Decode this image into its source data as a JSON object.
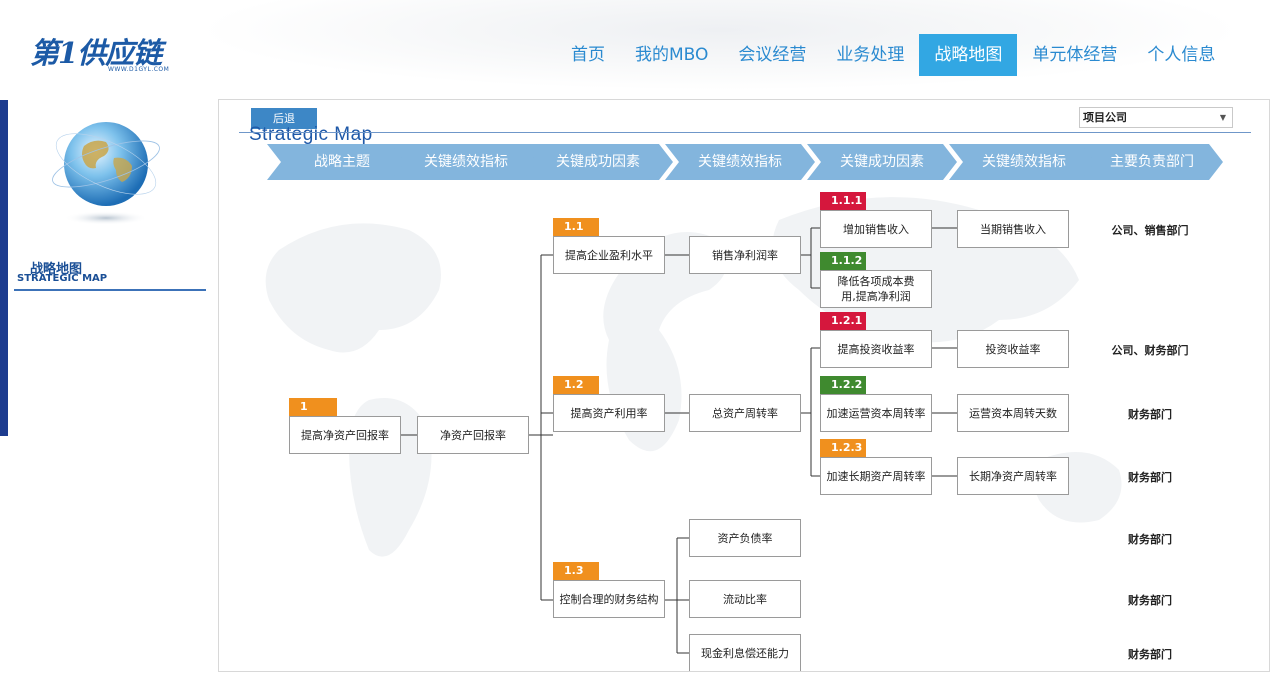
{
  "header": {
    "logo_text": "第1供应链",
    "logo_url": "WWW.D1GYL.COM",
    "nav": [
      {
        "label": "首页",
        "active": false
      },
      {
        "label": "我的MBO",
        "active": false
      },
      {
        "label": "会议经营",
        "active": false
      },
      {
        "label": "业务处理",
        "active": false
      },
      {
        "label": "战略地图",
        "active": true
      },
      {
        "label": "单元体经营",
        "active": false
      },
      {
        "label": "个人信息",
        "active": false
      }
    ]
  },
  "sidebar": {
    "title": "战略地图",
    "subtitle": "STRATEGIC MAP"
  },
  "panel": {
    "back_label": "后退",
    "title": "Strategic Map",
    "company_select": "项目公司",
    "columns": [
      "战略主题",
      "关键绩效指标",
      "关键成功因素",
      "关键绩效指标",
      "关键成功因素",
      "关键绩效指标",
      "主要负责部门"
    ]
  },
  "tree": {
    "root": {
      "badge": "1",
      "theme": "提高净资产回报率",
      "kpi": "净资产回报率"
    },
    "l1": [
      {
        "badge": "1.1",
        "factor": "提高企业盈利水平",
        "kpi": "销售净利润率"
      },
      {
        "badge": "1.2",
        "factor": "提高资产利用率",
        "kpi": "总资产周转率"
      },
      {
        "badge": "1.3",
        "factor": "控制合理的财务结构"
      }
    ],
    "l2": [
      {
        "badge": "1.1.1",
        "factor": "增加销售收入",
        "kpi": "当期销售收入",
        "dept": "公司、销售部门"
      },
      {
        "badge": "1.1.2",
        "factor": "降低各项成本费用,提高净利润",
        "dept": ""
      },
      {
        "badge": "1.2.1",
        "factor": "提高投资收益率",
        "kpi": "投资收益率",
        "dept": "公司、财务部门"
      },
      {
        "badge": "1.2.2",
        "factor": "加速运营资本周转率",
        "kpi": "运营资本周转天数",
        "dept": "财务部门"
      },
      {
        "badge": "1.2.3",
        "factor": "加速长期资产周转率",
        "kpi": "长期净资产周转率",
        "dept": "财务部门"
      }
    ],
    "l13_kpis": [
      {
        "kpi": "资产负债率",
        "dept": "财务部门"
      },
      {
        "kpi": "流动比率",
        "dept": "财务部门"
      },
      {
        "kpi": "现金利息偿还能力",
        "dept": "财务部门"
      }
    ]
  }
}
